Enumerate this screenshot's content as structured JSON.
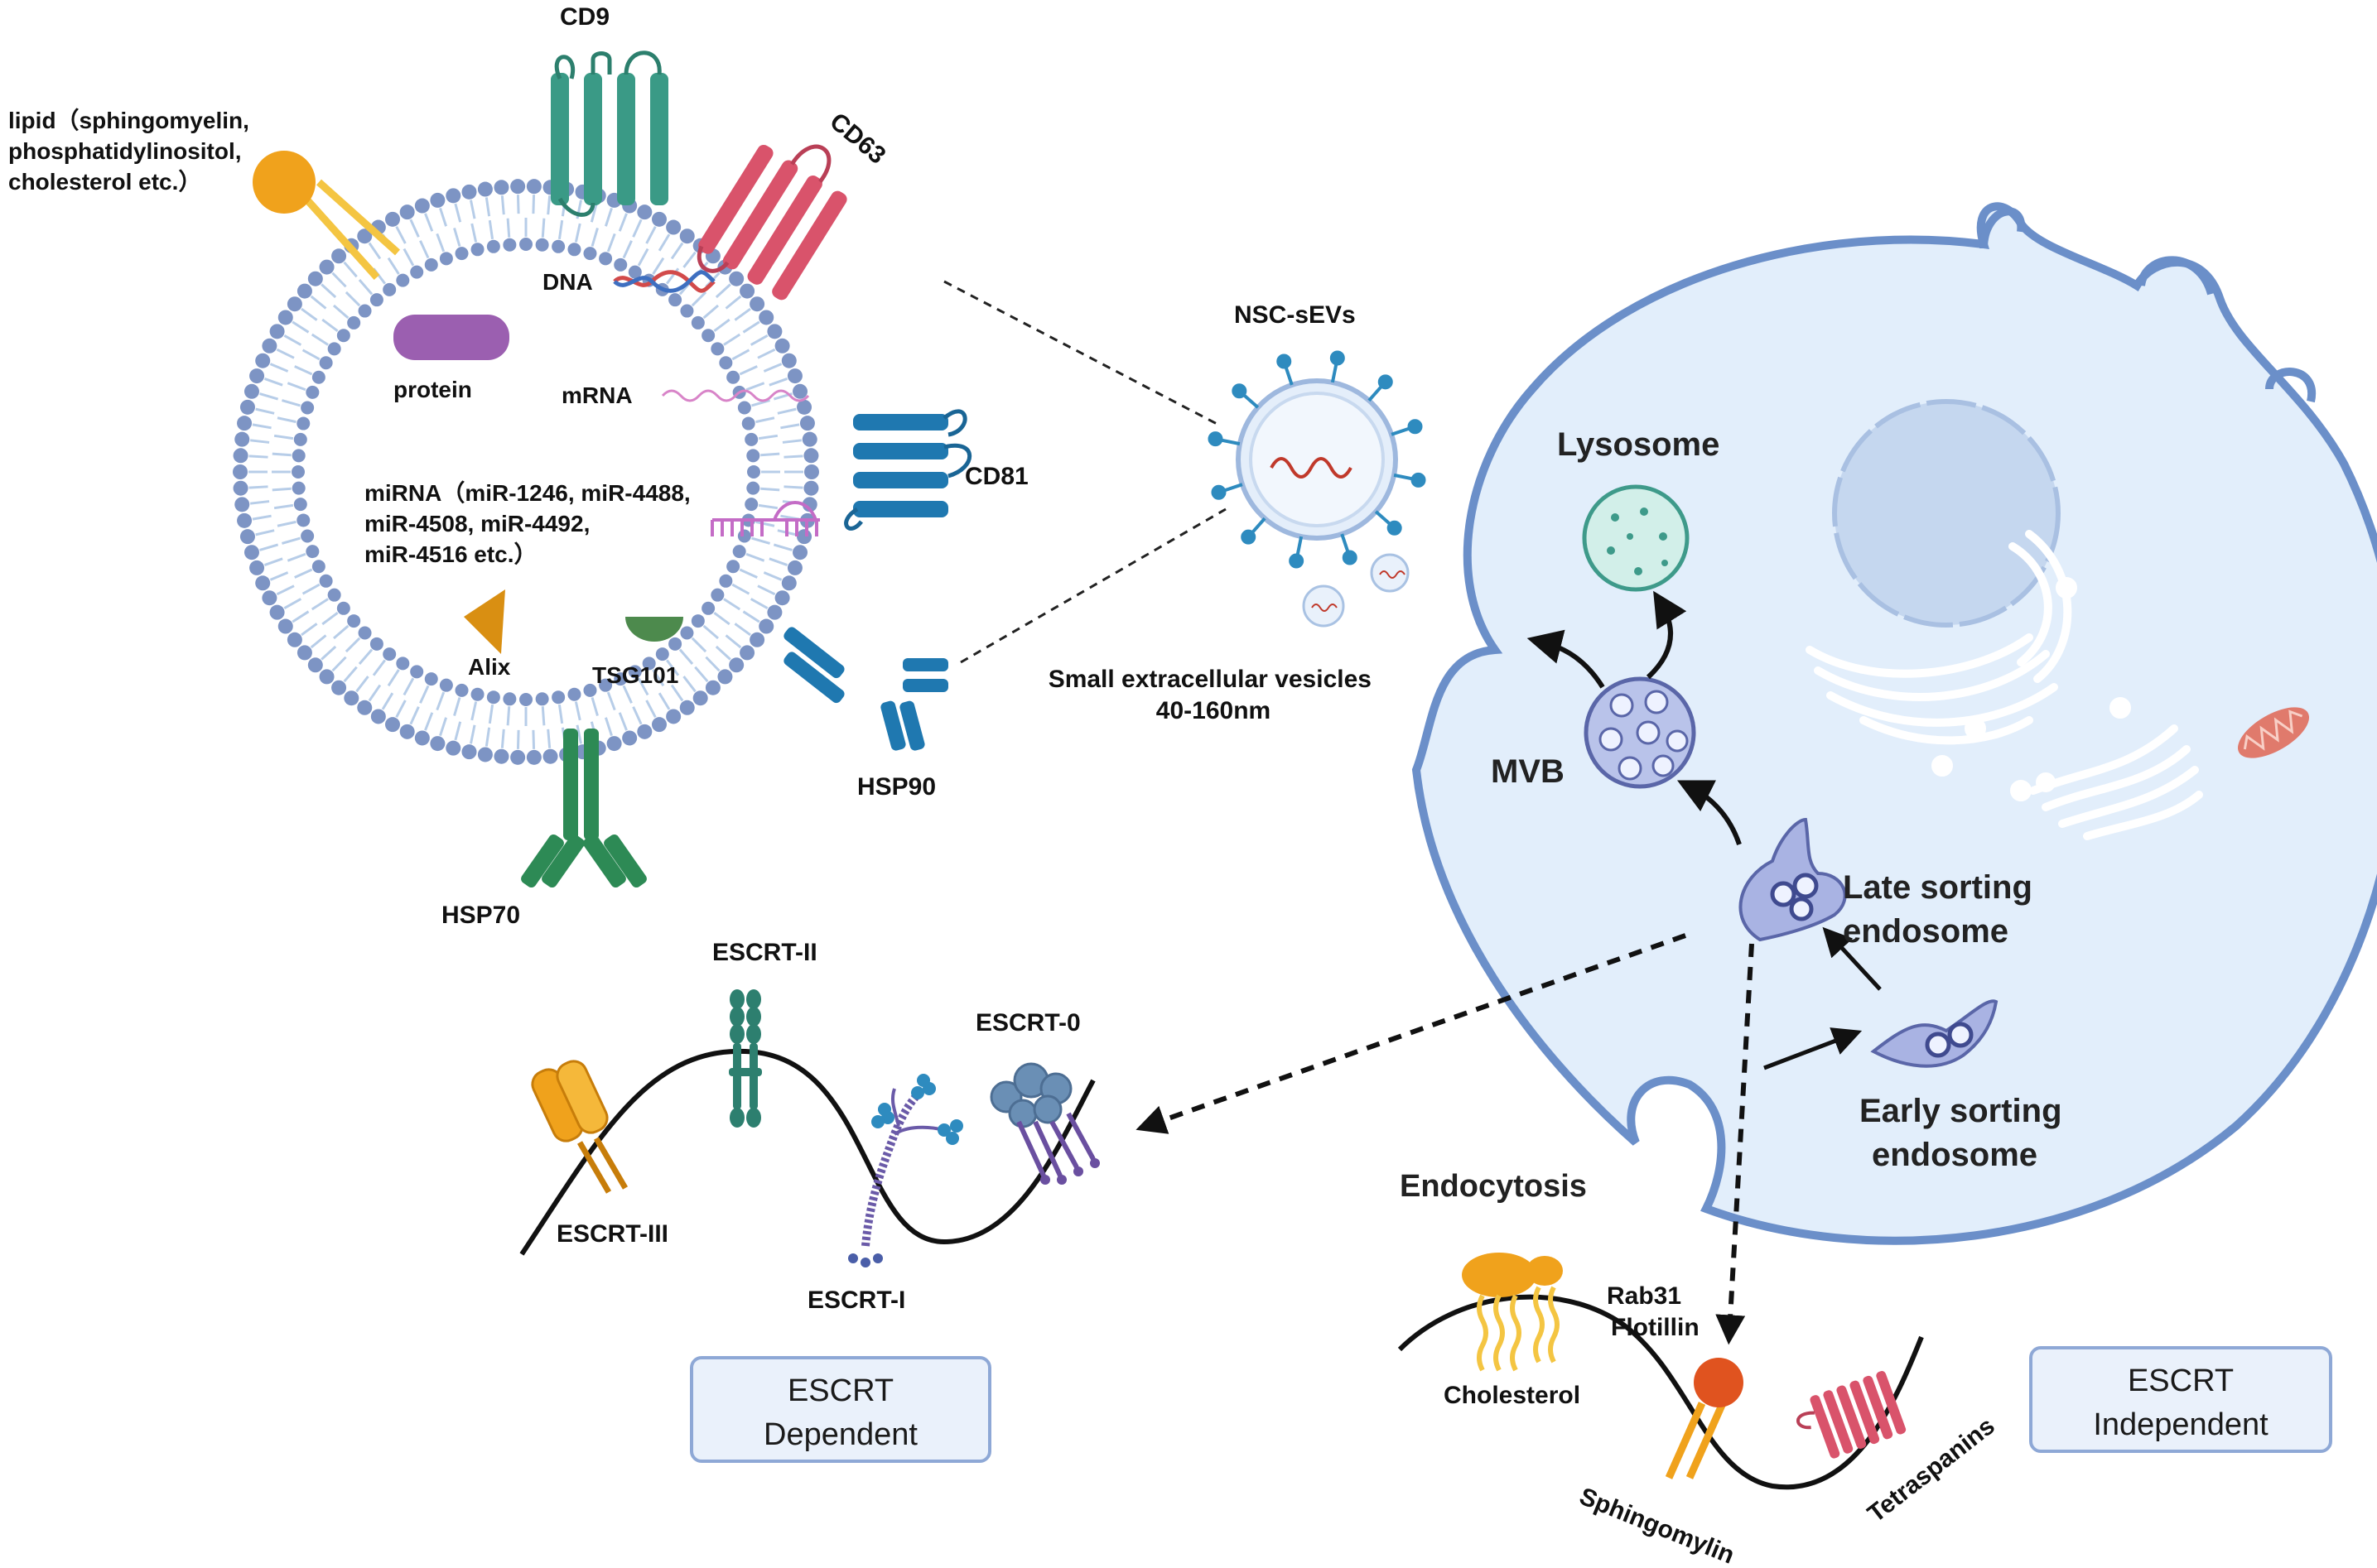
{
  "vesicle": {
    "proteins": {
      "cd9": "CD9",
      "cd63": "CD63",
      "cd81": "CD81",
      "hsp90": "HSP90",
      "hsp70": "HSP70"
    },
    "lipid_label": [
      "lipid（sphingomyelin,",
      "phosphatidylinositol,",
      "cholesterol etc.）"
    ],
    "cargo": {
      "dna": "DNA",
      "protein": "protein",
      "mrna": "mRNA",
      "mirna_label": [
        "miRNA（miR-1246, miR-4488,",
        "miR-4508, miR-4492,",
        "miR-4516 etc.）"
      ],
      "alix": "Alix",
      "tsg101": "TSG101"
    }
  },
  "sev": {
    "title": "NSC-sEVs",
    "caption": [
      "Small extracellular vesicles",
      "40-160nm"
    ]
  },
  "cell": {
    "lysosome": "Lysosome",
    "mvb": "MVB",
    "late_endosome": [
      "Late sorting",
      "endosome"
    ],
    "early_endosome": [
      "Early sorting",
      "endosome"
    ],
    "endocytosis": "Endocytosis"
  },
  "escrt_dependent": {
    "escrt0": "ESCRT-0",
    "escrt1": "ESCRT-I",
    "escrt2": "ESCRT-II",
    "escrt3": "ESCRT-III",
    "box": [
      "ESCRT",
      "Dependent"
    ]
  },
  "escrt_independent": {
    "rab31": "Rab31",
    "flotillin": "Flotillin",
    "cholesterol": "Cholesterol",
    "sphingomyelin": "Sphingomylin",
    "tetraspanins": "Tetraspanins",
    "box": [
      "ESCRT",
      "Independent"
    ]
  },
  "colors": {
    "membrane_head": "#7d94c4",
    "membrane_tail": "#b7cde8",
    "cell_fill": "#e2eefb",
    "cell_stroke": "#6b8fc9",
    "cd9": "#3a9a86",
    "cd63": "#d9536b",
    "cd81": "#1f78b0",
    "hsp70": "#2d8a55",
    "lipid": "#f0a21c",
    "box_fill": "#eaf1fb",
    "box_stroke": "#8ea8d6"
  }
}
